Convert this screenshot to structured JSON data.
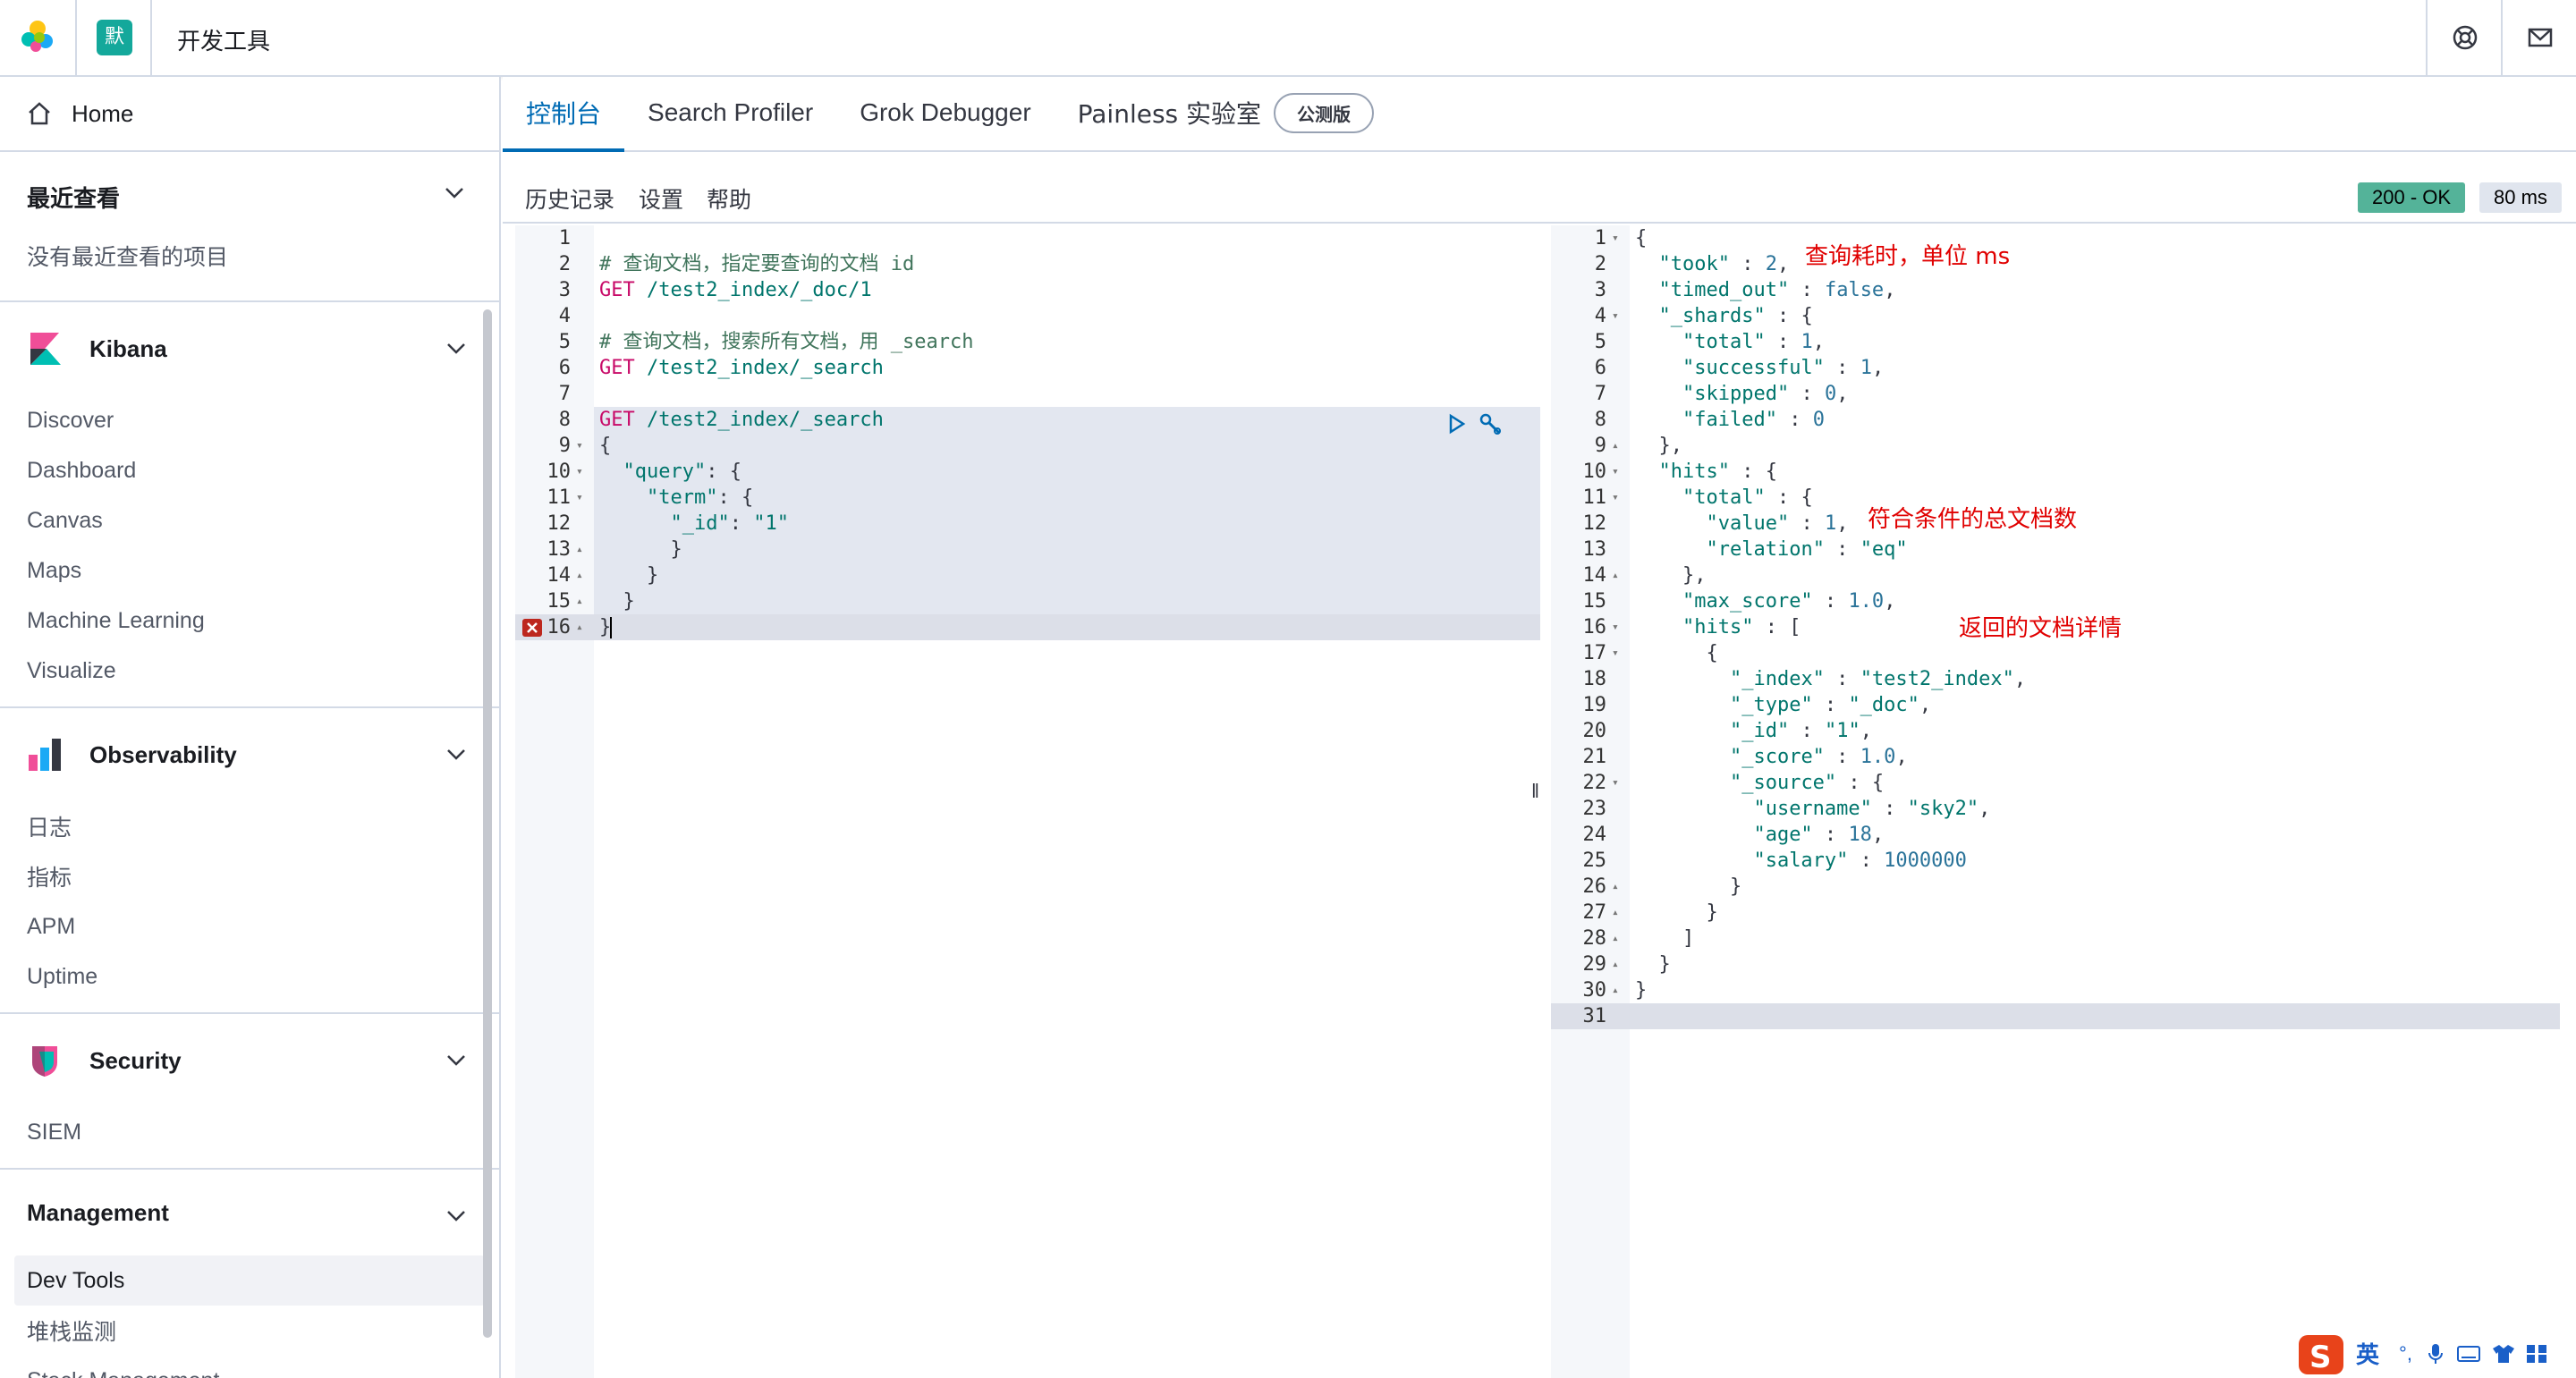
{
  "header": {
    "space_initial": "默",
    "app_title": "开发工具"
  },
  "sidebar": {
    "home": "Home",
    "recent": {
      "title": "最近查看",
      "empty": "没有最近查看的项目"
    },
    "sections": [
      {
        "title": "Kibana",
        "items": [
          "Discover",
          "Dashboard",
          "Canvas",
          "Maps",
          "Machine Learning",
          "Visualize"
        ]
      },
      {
        "title": "Observability",
        "items": [
          "日志",
          "指标",
          "APM",
          "Uptime"
        ]
      },
      {
        "title": "Security",
        "items": [
          "SIEM"
        ]
      },
      {
        "title": "Management",
        "items": [
          "Dev Tools",
          "堆栈监测",
          "Stack Management"
        ]
      }
    ]
  },
  "tabs": [
    "控制台",
    "Search Profiler",
    "Grok Debugger",
    "Painless 实验室"
  ],
  "beta_badge": "公测版",
  "subnav": {
    "history": "历史记录",
    "settings": "设置",
    "help": "帮助"
  },
  "status": {
    "code": "200 - OK",
    "time": "80 ms"
  },
  "request_lines": [
    {
      "n": "1",
      "fold": "",
      "parts": []
    },
    {
      "n": "2",
      "fold": "",
      "parts": [
        [
          "c-comment",
          "# 查询文档，指定要查询的文档 id"
        ]
      ]
    },
    {
      "n": "3",
      "fold": "",
      "parts": [
        [
          "c-method",
          "GET"
        ],
        [
          "c-url",
          " /test2_index/_doc/1"
        ]
      ]
    },
    {
      "n": "4",
      "fold": "",
      "parts": []
    },
    {
      "n": "5",
      "fold": "",
      "parts": [
        [
          "c-comment",
          "# 查询文档，搜索所有文档，用 _search"
        ]
      ]
    },
    {
      "n": "6",
      "fold": "",
      "parts": [
        [
          "c-method",
          "GET"
        ],
        [
          "c-url",
          " /test2_index/_search"
        ]
      ]
    },
    {
      "n": "7",
      "fold": "",
      "parts": []
    },
    {
      "n": "8",
      "fold": "",
      "parts": [
        [
          "c-method",
          "GET"
        ],
        [
          "c-url",
          " /test2_index/_search"
        ]
      ]
    },
    {
      "n": "9",
      "fold": "▾",
      "parts": [
        [
          "c-punc",
          "{"
        ]
      ]
    },
    {
      "n": "10",
      "fold": "▾",
      "parts": [
        [
          "c-punc",
          "  "
        ],
        [
          "c-key",
          "\"query\""
        ],
        [
          "c-punc",
          ": {"
        ]
      ]
    },
    {
      "n": "11",
      "fold": "▾",
      "parts": [
        [
          "c-punc",
          "    "
        ],
        [
          "c-key",
          "\"term\""
        ],
        [
          "c-punc",
          ": {"
        ]
      ]
    },
    {
      "n": "12",
      "fold": "",
      "parts": [
        [
          "c-punc",
          "      "
        ],
        [
          "c-key",
          "\"_id\""
        ],
        [
          "c-punc",
          ": "
        ],
        [
          "c-str",
          "\"1\""
        ]
      ]
    },
    {
      "n": "13",
      "fold": "▴",
      "parts": [
        [
          "c-punc",
          "      }"
        ]
      ]
    },
    {
      "n": "14",
      "fold": "▴",
      "parts": [
        [
          "c-punc",
          "    }"
        ]
      ]
    },
    {
      "n": "15",
      "fold": "▴",
      "parts": [
        [
          "c-punc",
          "  }"
        ]
      ]
    },
    {
      "n": "16",
      "fold": "▴",
      "parts": [
        [
          "c-punc",
          "}"
        ]
      ]
    }
  ],
  "response_lines": [
    {
      "n": "1",
      "fold": "▾",
      "parts": [
        [
          "c-punc",
          "{"
        ]
      ]
    },
    {
      "n": "2",
      "fold": "",
      "parts": [
        [
          "c-punc",
          "  "
        ],
        [
          "c-key",
          "\"took\""
        ],
        [
          "c-punc",
          " : "
        ],
        [
          "c-num",
          "2"
        ],
        [
          "c-punc",
          ","
        ]
      ]
    },
    {
      "n": "3",
      "fold": "",
      "parts": [
        [
          "c-punc",
          "  "
        ],
        [
          "c-key",
          "\"timed_out\""
        ],
        [
          "c-punc",
          " : "
        ],
        [
          "c-bool",
          "false"
        ],
        [
          "c-punc",
          ","
        ]
      ]
    },
    {
      "n": "4",
      "fold": "▾",
      "parts": [
        [
          "c-punc",
          "  "
        ],
        [
          "c-key",
          "\"_shards\""
        ],
        [
          "c-punc",
          " : {"
        ]
      ]
    },
    {
      "n": "5",
      "fold": "",
      "parts": [
        [
          "c-punc",
          "    "
        ],
        [
          "c-key",
          "\"total\""
        ],
        [
          "c-punc",
          " : "
        ],
        [
          "c-num",
          "1"
        ],
        [
          "c-punc",
          ","
        ]
      ]
    },
    {
      "n": "6",
      "fold": "",
      "parts": [
        [
          "c-punc",
          "    "
        ],
        [
          "c-key",
          "\"successful\""
        ],
        [
          "c-punc",
          " : "
        ],
        [
          "c-num",
          "1"
        ],
        [
          "c-punc",
          ","
        ]
      ]
    },
    {
      "n": "7",
      "fold": "",
      "parts": [
        [
          "c-punc",
          "    "
        ],
        [
          "c-key",
          "\"skipped\""
        ],
        [
          "c-punc",
          " : "
        ],
        [
          "c-num",
          "0"
        ],
        [
          "c-punc",
          ","
        ]
      ]
    },
    {
      "n": "8",
      "fold": "",
      "parts": [
        [
          "c-punc",
          "    "
        ],
        [
          "c-key",
          "\"failed\""
        ],
        [
          "c-punc",
          " : "
        ],
        [
          "c-num",
          "0"
        ]
      ]
    },
    {
      "n": "9",
      "fold": "▴",
      "parts": [
        [
          "c-punc",
          "  },"
        ]
      ]
    },
    {
      "n": "10",
      "fold": "▾",
      "parts": [
        [
          "c-punc",
          "  "
        ],
        [
          "c-key",
          "\"hits\""
        ],
        [
          "c-punc",
          " : {"
        ]
      ]
    },
    {
      "n": "11",
      "fold": "▾",
      "parts": [
        [
          "c-punc",
          "    "
        ],
        [
          "c-key",
          "\"total\""
        ],
        [
          "c-punc",
          " : {"
        ]
      ]
    },
    {
      "n": "12",
      "fold": "",
      "parts": [
        [
          "c-punc",
          "      "
        ],
        [
          "c-key",
          "\"value\""
        ],
        [
          "c-punc",
          " : "
        ],
        [
          "c-num",
          "1"
        ],
        [
          "c-punc",
          ","
        ]
      ]
    },
    {
      "n": "13",
      "fold": "",
      "parts": [
        [
          "c-punc",
          "      "
        ],
        [
          "c-key",
          "\"relation\""
        ],
        [
          "c-punc",
          " : "
        ],
        [
          "c-str",
          "\"eq\""
        ]
      ]
    },
    {
      "n": "14",
      "fold": "▴",
      "parts": [
        [
          "c-punc",
          "    },"
        ]
      ]
    },
    {
      "n": "15",
      "fold": "",
      "parts": [
        [
          "c-punc",
          "    "
        ],
        [
          "c-key",
          "\"max_score\""
        ],
        [
          "c-punc",
          " : "
        ],
        [
          "c-num",
          "1.0"
        ],
        [
          "c-punc",
          ","
        ]
      ]
    },
    {
      "n": "16",
      "fold": "▾",
      "parts": [
        [
          "c-punc",
          "    "
        ],
        [
          "c-key",
          "\"hits\""
        ],
        [
          "c-punc",
          " : ["
        ]
      ]
    },
    {
      "n": "17",
      "fold": "▾",
      "parts": [
        [
          "c-punc",
          "      {"
        ]
      ]
    },
    {
      "n": "18",
      "fold": "",
      "parts": [
        [
          "c-punc",
          "        "
        ],
        [
          "c-key",
          "\"_index\""
        ],
        [
          "c-punc",
          " : "
        ],
        [
          "c-str",
          "\"test2_index\""
        ],
        [
          "c-punc",
          ","
        ]
      ]
    },
    {
      "n": "19",
      "fold": "",
      "parts": [
        [
          "c-punc",
          "        "
        ],
        [
          "c-key",
          "\"_type\""
        ],
        [
          "c-punc",
          " : "
        ],
        [
          "c-str",
          "\"_doc\""
        ],
        [
          "c-punc",
          ","
        ]
      ]
    },
    {
      "n": "20",
      "fold": "",
      "parts": [
        [
          "c-punc",
          "        "
        ],
        [
          "c-key",
          "\"_id\""
        ],
        [
          "c-punc",
          " : "
        ],
        [
          "c-str",
          "\"1\""
        ],
        [
          "c-punc",
          ","
        ]
      ]
    },
    {
      "n": "21",
      "fold": "",
      "parts": [
        [
          "c-punc",
          "        "
        ],
        [
          "c-key",
          "\"_score\""
        ],
        [
          "c-punc",
          " : "
        ],
        [
          "c-num",
          "1.0"
        ],
        [
          "c-punc",
          ","
        ]
      ]
    },
    {
      "n": "22",
      "fold": "▾",
      "parts": [
        [
          "c-punc",
          "        "
        ],
        [
          "c-key",
          "\"_source\""
        ],
        [
          "c-punc",
          " : {"
        ]
      ]
    },
    {
      "n": "23",
      "fold": "",
      "parts": [
        [
          "c-punc",
          "          "
        ],
        [
          "c-key",
          "\"username\""
        ],
        [
          "c-punc",
          " : "
        ],
        [
          "c-str",
          "\"sky2\""
        ],
        [
          "c-punc",
          ","
        ]
      ]
    },
    {
      "n": "24",
      "fold": "",
      "parts": [
        [
          "c-punc",
          "          "
        ],
        [
          "c-key",
          "\"age\""
        ],
        [
          "c-punc",
          " : "
        ],
        [
          "c-num",
          "18"
        ],
        [
          "c-punc",
          ","
        ]
      ]
    },
    {
      "n": "25",
      "fold": "",
      "parts": [
        [
          "c-punc",
          "          "
        ],
        [
          "c-key",
          "\"salary\""
        ],
        [
          "c-punc",
          " : "
        ],
        [
          "c-num",
          "1000000"
        ]
      ]
    },
    {
      "n": "26",
      "fold": "▴",
      "parts": [
        [
          "c-punc",
          "        }"
        ]
      ]
    },
    {
      "n": "27",
      "fold": "▴",
      "parts": [
        [
          "c-punc",
          "      }"
        ]
      ]
    },
    {
      "n": "28",
      "fold": "▴",
      "parts": [
        [
          "c-punc",
          "    ]"
        ]
      ]
    },
    {
      "n": "29",
      "fold": "▴",
      "parts": [
        [
          "c-punc",
          "  }"
        ]
      ]
    },
    {
      "n": "30",
      "fold": "▴",
      "parts": [
        [
          "c-punc",
          "}"
        ]
      ]
    },
    {
      "n": "31",
      "fold": "",
      "parts": []
    }
  ],
  "annotations": {
    "took": "查询耗时，单位 ms",
    "total": "符合条件的总文档数",
    "hits": "返回的文档详情"
  },
  "ime": {
    "lang": "英"
  },
  "colors": {
    "accent": "#006bb4",
    "ok": "#54b399",
    "annotation": "#e00000"
  }
}
